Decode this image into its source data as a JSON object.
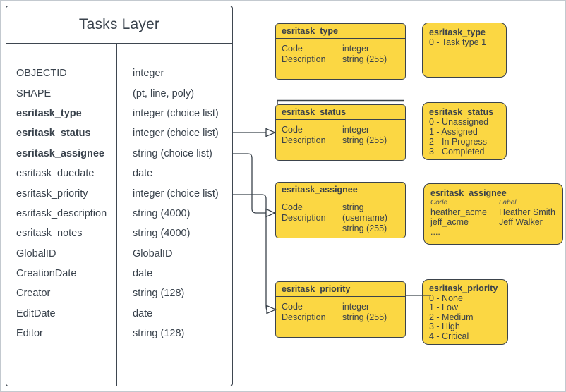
{
  "tasks_layer": {
    "title": "Tasks Layer",
    "fields": [
      {
        "name": "OBJECTID",
        "type": "integer",
        "bold": false
      },
      {
        "name": "SHAPE",
        "type": "(pt, line, poly)",
        "bold": false
      },
      {
        "name": "esritask_type",
        "type": "integer (choice list)",
        "bold": true
      },
      {
        "name": "esritask_status",
        "type": "integer (choice list)",
        "bold": true
      },
      {
        "name": "esritask_assignee",
        "type": "string (choice list)",
        "bold": true
      },
      {
        "name": "esritask_duedate",
        "type": "date",
        "bold": false
      },
      {
        "name": "esritask_priority",
        "type": "integer (choice list)",
        "bold": false
      },
      {
        "name": "esritask_description",
        "type": "string (4000)",
        "bold": false
      },
      {
        "name": "esritask_notes",
        "type": "string (4000)",
        "bold": false
      },
      {
        "name": "GlobalID",
        "type": "GlobalID",
        "bold": false
      },
      {
        "name": "CreationDate",
        "type": "date",
        "bold": false
      },
      {
        "name": "Creator",
        "type": "string (128)",
        "bold": false
      },
      {
        "name": "EditDate",
        "type": "date",
        "bold": false
      },
      {
        "name": "Editor",
        "type": "string (128)",
        "bold": false
      }
    ]
  },
  "attribute_tables": [
    {
      "title": "esritask_type",
      "rows": [
        [
          "Code",
          "integer"
        ],
        [
          "Description",
          "string (255)"
        ]
      ]
    },
    {
      "title": "esritask_status",
      "rows": [
        [
          "Code",
          "integer"
        ],
        [
          "Description",
          "string (255)"
        ]
      ]
    },
    {
      "title": "esritask_assignee",
      "rows": [
        [
          "Code",
          "string (username)"
        ],
        [
          "Description",
          "string (255)"
        ]
      ]
    },
    {
      "title": "esritask_priority",
      "rows": [
        [
          "Code",
          "integer"
        ],
        [
          "Description",
          "string (255)"
        ]
      ]
    }
  ],
  "legends": [
    {
      "title": "esritask_type",
      "lines": [
        "0 - Task type 1"
      ]
    },
    {
      "title": "esritask_status",
      "lines": [
        "0 - Unassigned",
        "1 - Assigned",
        "2 - In Progress",
        "3 - Completed"
      ]
    },
    {
      "title": "esritask_assignee",
      "col_headers": [
        "Code",
        "Label"
      ],
      "entries": [
        [
          "heather_acme",
          "Heather Smith"
        ],
        [
          "jeff_acme",
          "Jeff Walker"
        ]
      ],
      "ellipsis": "...."
    },
    {
      "title": "esritask_priority",
      "lines": [
        "0 - None",
        "1 - Low",
        "2 - Medium",
        "3 - High",
        "4 - Critical"
      ]
    }
  ],
  "colors": {
    "box_fill": "#fbd743",
    "stroke": "#3b434c",
    "text": "#39424c",
    "table_fill": "#ffffff"
  }
}
